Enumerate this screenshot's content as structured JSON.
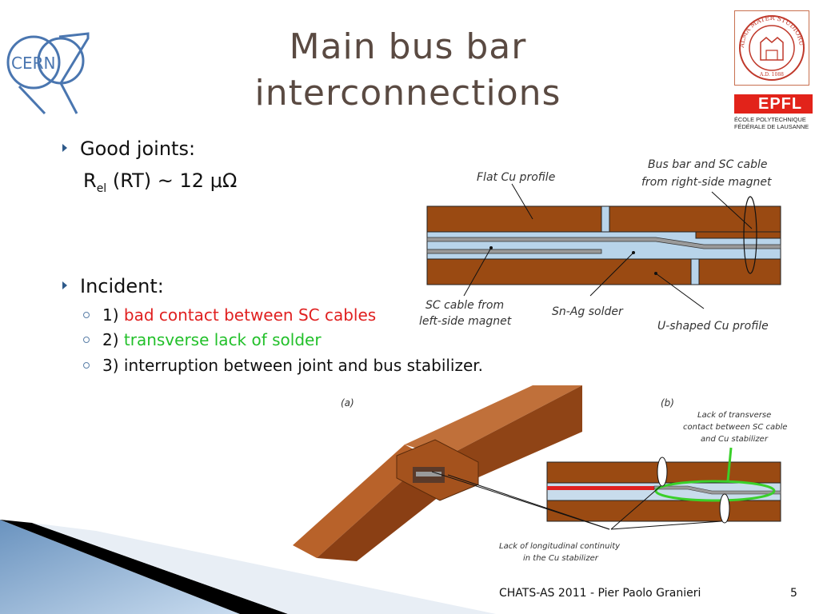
{
  "title_line1": "Main bus bar",
  "title_line2": "interconnections",
  "logos": {
    "cern": "CERN",
    "bologna_ring": "ALMA MATER STUDIORUM",
    "bologna_date": "A.D. 1088",
    "epfl": "EPFL",
    "epfl_line1": "ÉCOLE POLYTECHNIQUE",
    "epfl_line2": "FÉDÉRALE DE LAUSANNE"
  },
  "good_joints": {
    "label": "Good joints:",
    "r": "R",
    "r_sub": "el",
    "rest": "(RT) ~  12 μΩ"
  },
  "incident": {
    "label": "Incident:",
    "items": [
      {
        "num": "1)",
        "text": "bad contact between SC cables"
      },
      {
        "num": "2)",
        "text": "transverse lack of solder"
      },
      {
        "num": "3)",
        "text": "interruption between joint and bus stabilizer."
      }
    ]
  },
  "diagram_top": {
    "flat_cu": "Flat Cu profile",
    "bus_bar_1": "Bus bar and SC cable",
    "bus_bar_2": "from right-side magnet",
    "sc_cable_1": "SC cable from",
    "sc_cable_2": "left-side magnet",
    "solder": "Sn-Ag solder",
    "u_shaped": "U-shaped Cu profile"
  },
  "diagram_bottom": {
    "a": "(a)",
    "b": "(b)",
    "lack_transverse_1": "Lack of transverse",
    "lack_transverse_2": "contact between SC cable",
    "lack_transverse_3": "and Cu stabilizer",
    "lack_long_1": "Lack of longitudinal continuity",
    "lack_long_2": "in the Cu stabilizer"
  },
  "colors": {
    "copper": "#9a4a12",
    "solder": "#b8d4ea",
    "red_text": "#e02020",
    "green_text": "#22c02a",
    "accent": "#2e5a8a"
  },
  "footer": "CHATS-AS 2011  -  Pier Paolo Granieri",
  "page_number": "5"
}
